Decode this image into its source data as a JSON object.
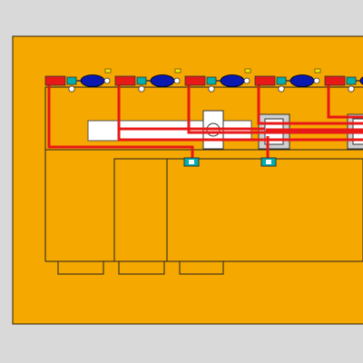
{
  "diagram": {
    "kind": "hydraulic-circuit-schematic",
    "colors": {
      "background": "#d9d9d9",
      "panel": "#f5a800",
      "panel_border": "#2a1f00",
      "line": "#222222",
      "pipe": "#e81818",
      "cylinder": "#0a1ab0",
      "valve": "#00b0b0",
      "indicator": "#f5e900",
      "shaft": "#ffffff"
    },
    "actuator_count": 5,
    "manifold_count": 2,
    "cabinet_count": 3,
    "foot_count": 3
  }
}
